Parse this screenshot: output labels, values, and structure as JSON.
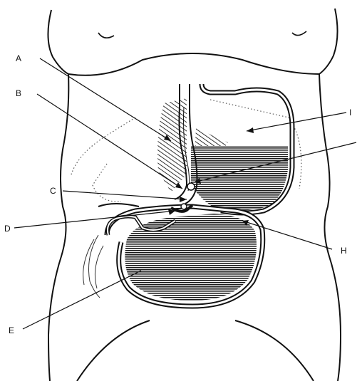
{
  "labels": {
    "a": "A",
    "b": "B",
    "c": "C",
    "d": "D",
    "e": "E",
    "h": "H",
    "i": "I"
  },
  "colors": {
    "ink": "#111111",
    "fill": "#2a2a2a",
    "background": "#ffffff"
  }
}
